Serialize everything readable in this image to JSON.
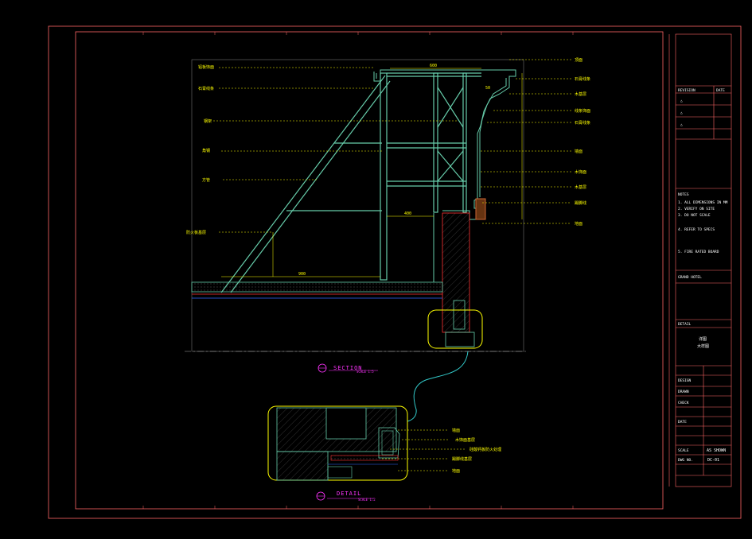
{
  "colors": {
    "background": "#000000",
    "border": "#ff6666",
    "structure": "#66ccaa",
    "annotation": "#ffff00",
    "detail_bubble": "#ffff00",
    "leader": "#33cccc",
    "caption": "#ff33ff",
    "titleblock_text": "#ffffff"
  },
  "section_caption": {
    "title": "SECTION",
    "scale": "SCALE 1:5"
  },
  "detail_caption": {
    "title": "DETAIL",
    "scale": "SCALE 1:2"
  },
  "titleblock": {
    "revision_header": [
      "REVISION",
      "DATE"
    ],
    "project_info": "GRAND HOTEL",
    "sheet_title": "DETAIL",
    "drawing_no_label": "DWG NO.",
    "drawing_no": "DC-01",
    "scale_value": "AS SHOWN"
  }
}
